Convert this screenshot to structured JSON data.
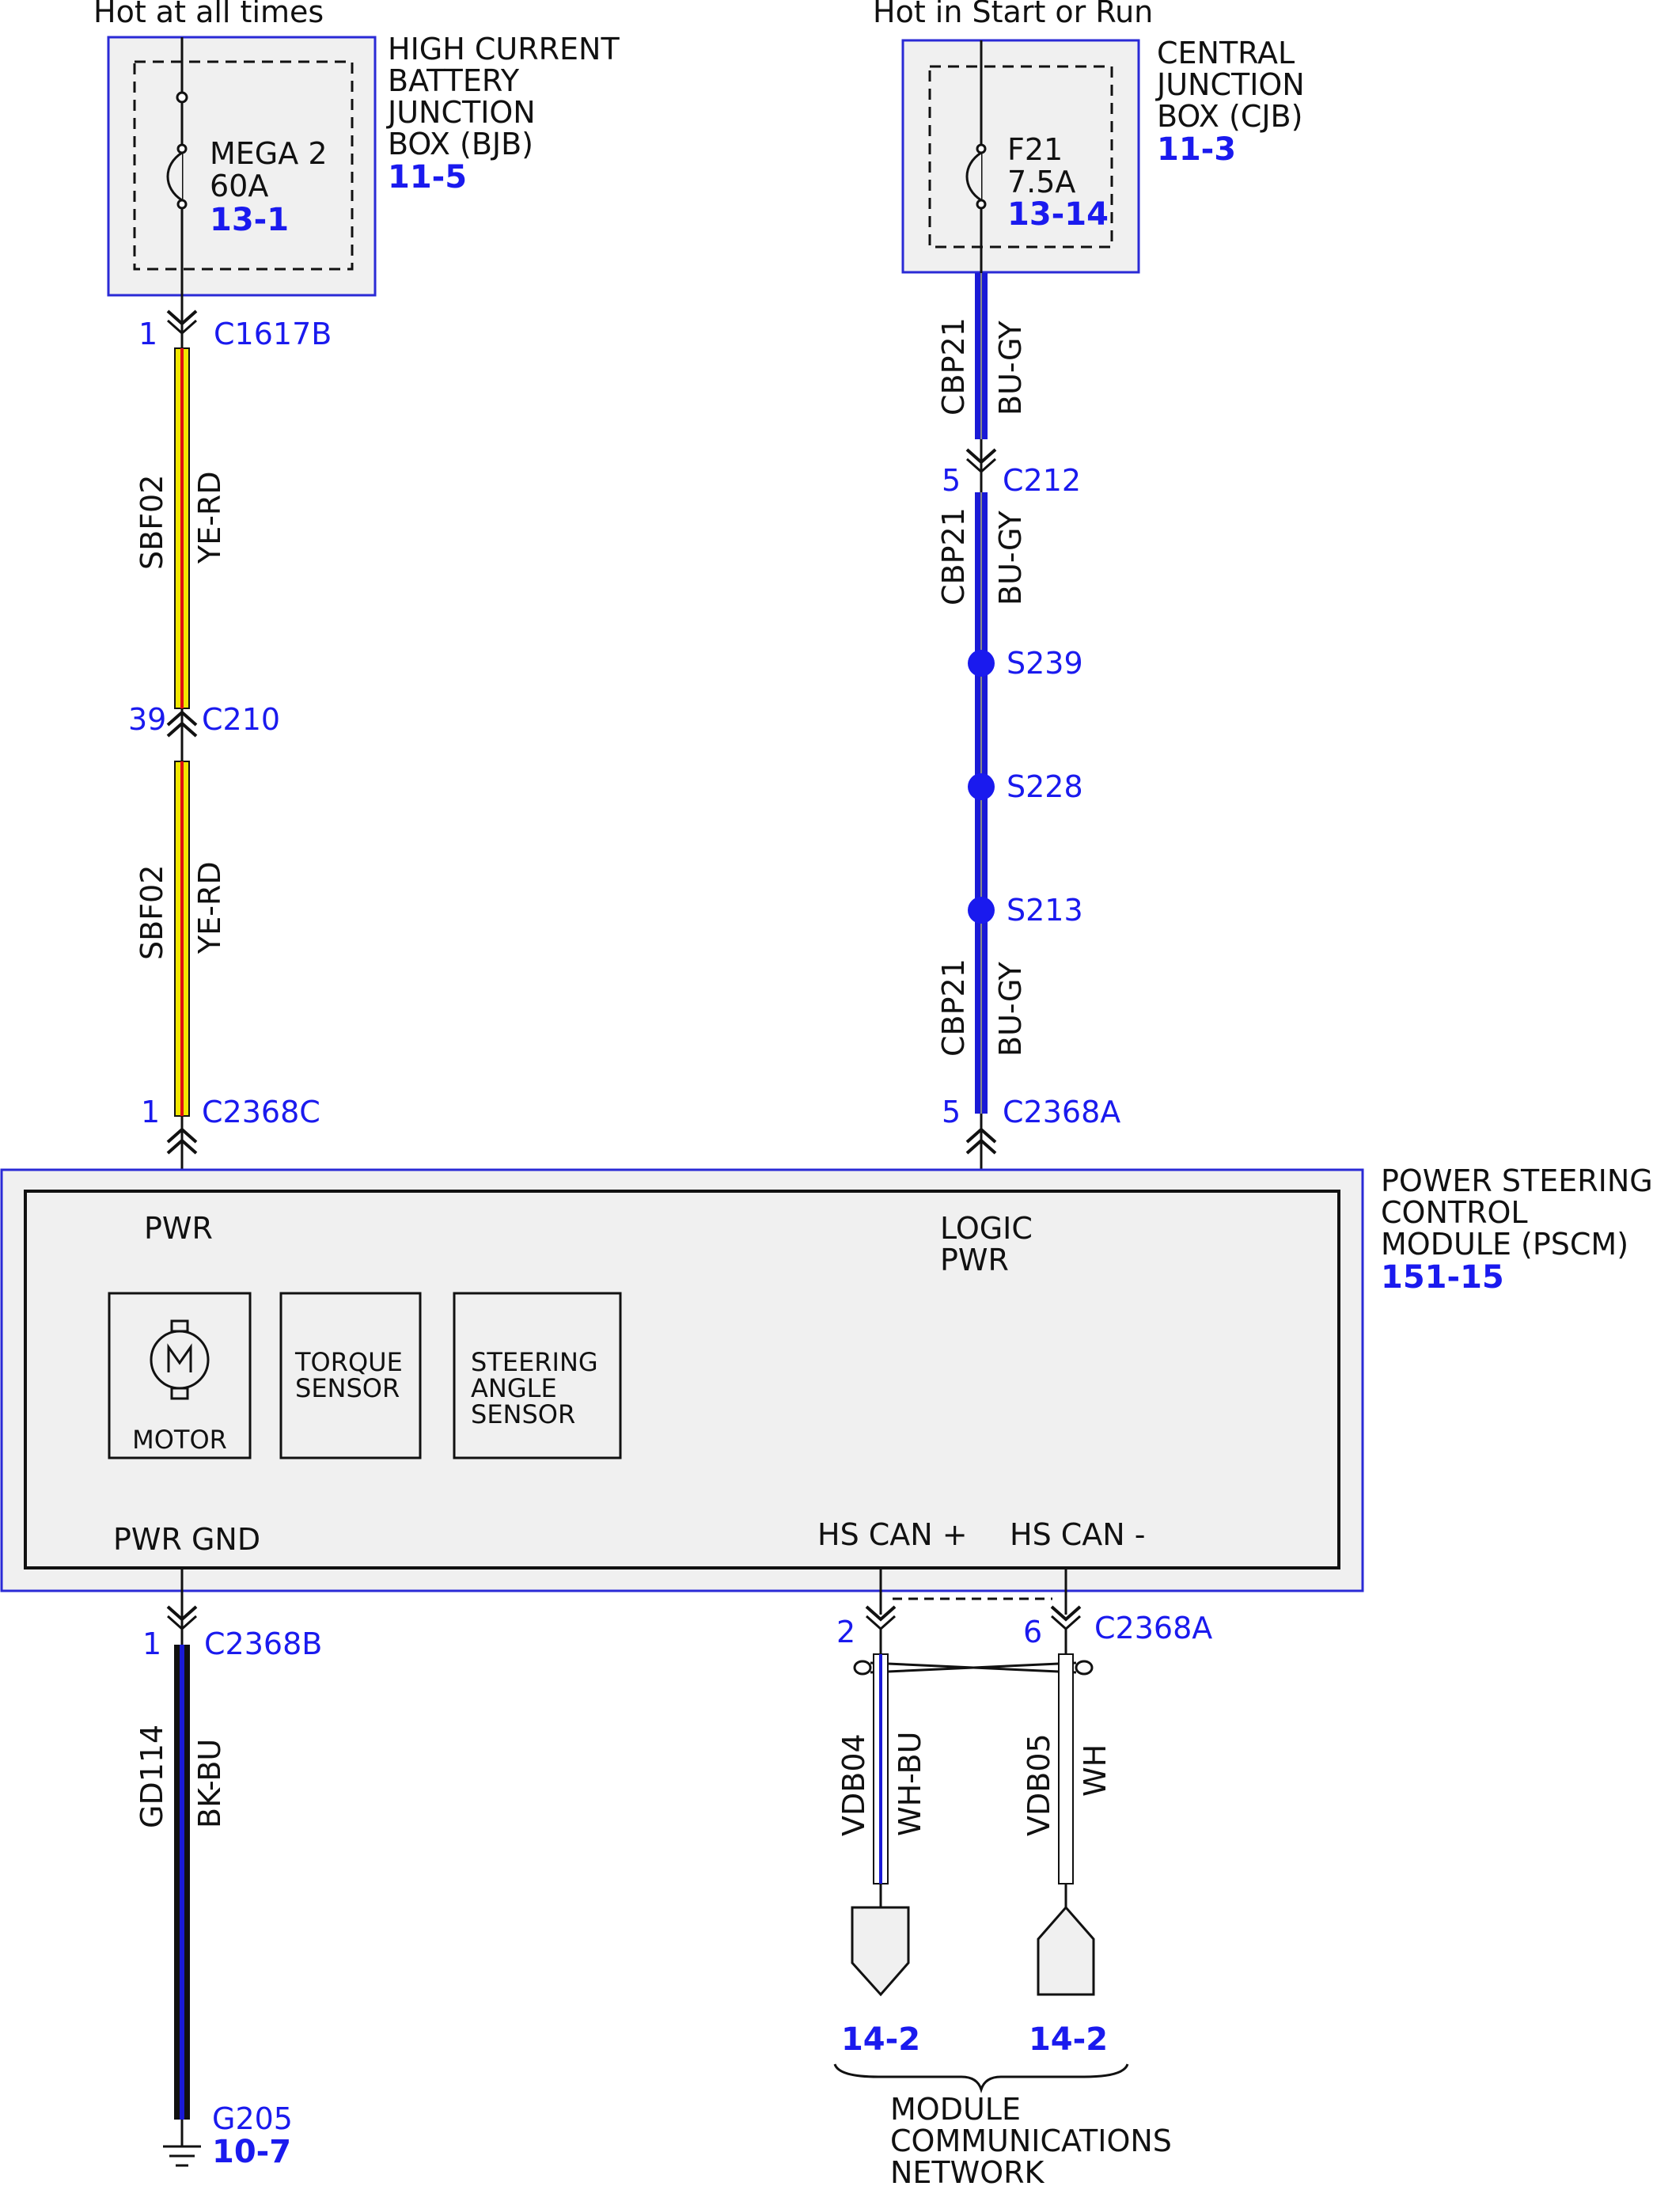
{
  "power_sources": {
    "left": "Hot at all times",
    "right": "Hot in Start or Run"
  },
  "bjb": {
    "title_lines": [
      "HIGH CURRENT",
      "BATTERY",
      "JUNCTION",
      "BOX (BJB)"
    ],
    "ref": "11-5",
    "fuse": {
      "name": "MEGA 2",
      "rating": "60A",
      "ref": "13-1"
    }
  },
  "cjb": {
    "title_lines": [
      "CENTRAL",
      "JUNCTION",
      "BOX (CJB)"
    ],
    "ref": "11-3",
    "fuse": {
      "name": "F21",
      "rating": "7.5A",
      "ref": "13-14"
    }
  },
  "connectors": {
    "c1617b": {
      "pin": "1",
      "name": "C1617B"
    },
    "c210": {
      "pin": "39",
      "name": "C210"
    },
    "c2368c": {
      "pin": "1",
      "name": "C2368C"
    },
    "c212": {
      "pin": "5",
      "name": "C212"
    },
    "c2368a_top": {
      "pin": "5",
      "name": "C2368A"
    },
    "c2368b": {
      "pin": "1",
      "name": "C2368B"
    },
    "c2368a_can_plus": {
      "pin": "2"
    },
    "c2368a_can_minus": {
      "pin": "6",
      "name": "C2368A"
    }
  },
  "wires": {
    "sbf02_a": {
      "circuit": "SBF02",
      "color": "YE-RD"
    },
    "sbf02_b": {
      "circuit": "SBF02",
      "color": "YE-RD"
    },
    "cbp21_a": {
      "circuit": "CBP21",
      "color": "BU-GY"
    },
    "cbp21_b": {
      "circuit": "CBP21",
      "color": "BU-GY"
    },
    "cbp21_c": {
      "circuit": "CBP21",
      "color": "BU-GY"
    },
    "gd114": {
      "circuit": "GD114",
      "color": "BK-BU"
    },
    "vdb04": {
      "circuit": "VDB04",
      "color": "WH-BU"
    },
    "vdb05": {
      "circuit": "VDB05",
      "color": "WH"
    }
  },
  "splices": [
    "S239",
    "S228",
    "S213"
  ],
  "pscm": {
    "title_lines": [
      "POWER STEERING",
      "CONTROL",
      "MODULE (PSCM)"
    ],
    "ref": "151-15",
    "pins": {
      "pwr": "PWR",
      "logic_pwr": [
        "LOGIC",
        "PWR"
      ],
      "pwr_gnd": "PWR GND",
      "hs_can_plus": "HS CAN +",
      "hs_can_minus": "HS CAN -"
    },
    "components": {
      "motor": "MOTOR",
      "torque_sensor": [
        "TORQUE",
        "SENSOR"
      ],
      "steering_angle_sensor": [
        "STEERING",
        "ANGLE",
        "SENSOR"
      ]
    }
  },
  "ground": {
    "name": "G205",
    "ref": "10-7"
  },
  "network": {
    "ref_plus": "14-2",
    "ref_minus": "14-2",
    "label_lines": [
      "MODULE",
      "COMMUNICATIONS",
      "NETWORK"
    ]
  },
  "colors": {
    "wire_blue": "#1a1ad6",
    "wire_yellow": "#f2e600",
    "wire_red": "#e01010",
    "label_blue": "#1a1aee",
    "box_fill": "#f0f0f0"
  }
}
